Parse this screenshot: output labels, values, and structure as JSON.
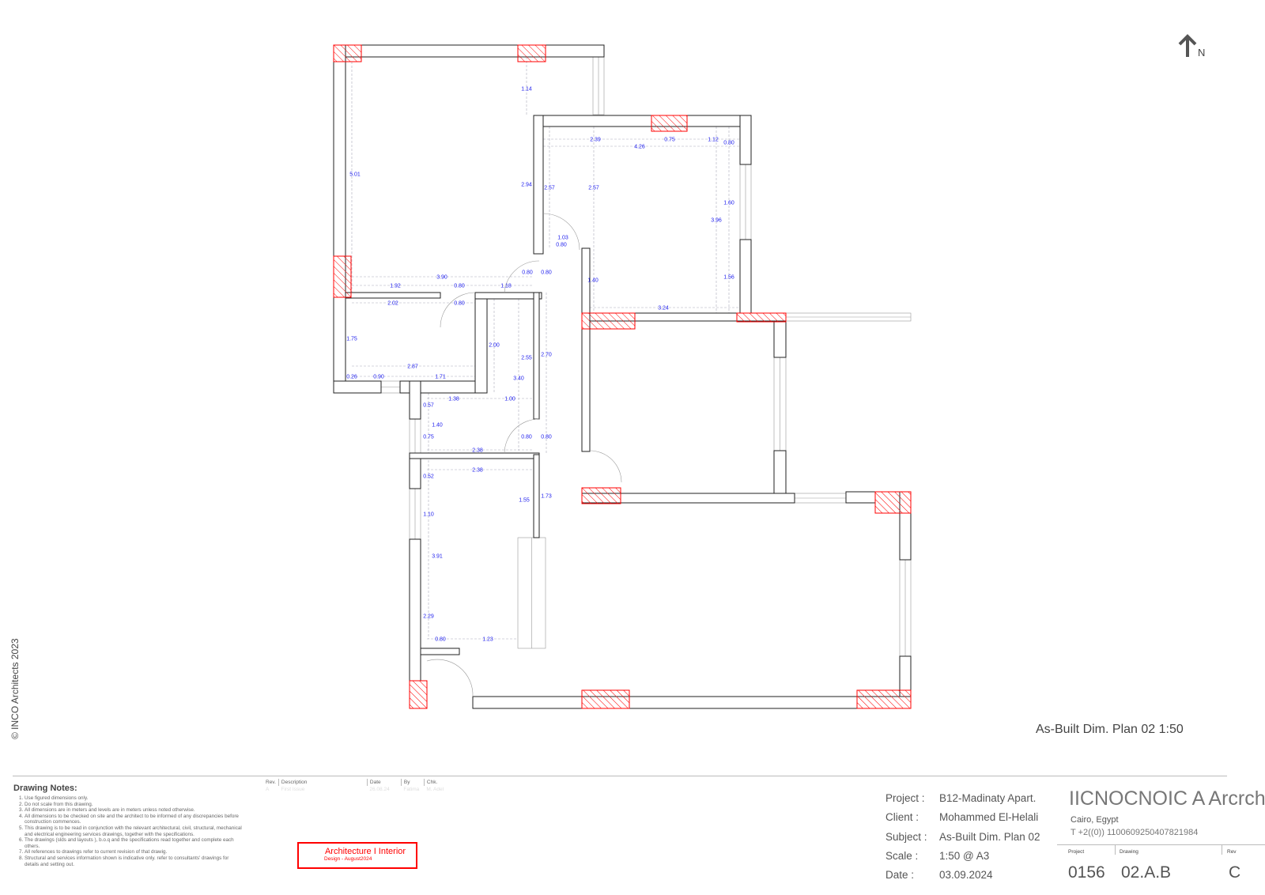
{
  "plan": {
    "title": "As-Built Dim. Plan 02 1:50",
    "north_label": "N",
    "copyright": "© INCO Architects 2023",
    "column_hatch_color": "#ff0000",
    "dimension_color": "#2222ee",
    "dimensions": [
      "1.14",
      "5.01",
      "2.39",
      "0.75",
      "1.12",
      "0.80",
      "4.26",
      "2.94",
      "2.57",
      "2.57",
      "1.60",
      "3.96",
      "1.03",
      "0.80",
      "0.80",
      "0.80",
      "3.90",
      "1.40",
      "1.56",
      "1.92",
      "0.80",
      "1.18",
      "2.02",
      "0.80",
      "3.24",
      "1.75",
      "2.00",
      "2.70",
      "2.55",
      "2.87",
      "0.26",
      "0.90",
      "1.71",
      "3.40",
      "1.38",
      "1.00",
      "0.57",
      "1.40",
      "0.75",
      "0.80",
      "0.80",
      "2.38",
      "2.38",
      "0.52",
      "1.55",
      "1.73",
      "1.10",
      "3.91",
      "2.29",
      "0.80",
      "1.23"
    ]
  },
  "notes": {
    "heading": "Drawing Notes:",
    "items": [
      "Use figured dimensions only.",
      "Do not scale from this drawing.",
      "All dimensions are in meters and levels are in meters unless noted otherwise.",
      "All dimensions to be checked on site and the architect to be informed of any discrepancies before construction commences.",
      "This drawing is to be read in conjunction with the relevant architectural, civil, structural, mechanical and electrical engineering services drawings, together with the specifications.",
      "The drawings (slds and layouts ), b.o.q and the specifications read together and complete each others.",
      "All references to drawings refer to current revision of that drawig.",
      "Structural and services information shown is indicative only. refer to consultants' drawings for details and setting out."
    ]
  },
  "revisions": {
    "headers": [
      "Rev.",
      "Description",
      "Date",
      "By",
      "Chk."
    ],
    "rows": [
      [
        "A",
        "First Issue",
        "26.08.24",
        "Fatima",
        "M. Adel"
      ]
    ]
  },
  "stamp": {
    "line1": "Architecture I Interior",
    "line2": "Design - August2024",
    "color": "#ff0000"
  },
  "info": {
    "project_label": "Project :",
    "project": "B12-Madinaty Apart.",
    "client_label": "Client :",
    "client": "Mohammed El-Helali",
    "subject_label": "Subject :",
    "subject": "As-Built Dim. Plan 02",
    "scale_label": "Scale :",
    "scale": "1:50 @ A3",
    "date_label": "Date :",
    "date": "03.09.2024"
  },
  "firm": {
    "logo": "IICNOCNOIC A Arcrchi",
    "city": "Cairo, Egypt",
    "phone": "T +2((0)) 1100609250407821984"
  },
  "sheet": {
    "project_label": "Project",
    "project": "0156",
    "drawing_label": "Drawing",
    "drawing": "02.A.B",
    "rev_label": "Rev",
    "rev": "C"
  }
}
